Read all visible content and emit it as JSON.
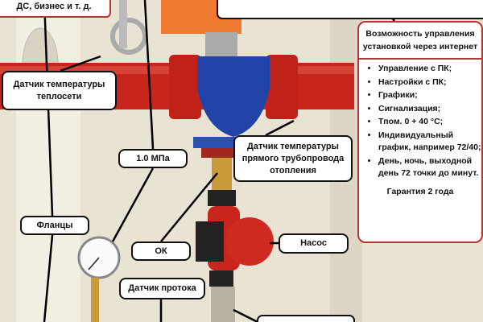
{
  "callouts": {
    "top_left": "ДС, бизнес и т. д.",
    "network_temp_sensor": "Датчик температуры теплосети",
    "pressure": "1.0 МПа",
    "flanges": "Фланцы",
    "check_valve": "ОК",
    "flow_sensor": "Датчик протока",
    "supply_temp_sensor": "Датчик температуры прямого трубопровода отопления",
    "pump": "Насос"
  },
  "panel": {
    "title": "Возможность управления установкой через интернет",
    "items": [
      "Управление с ПК;",
      "Настройки с ПК;",
      "Графики;",
      "Сигнализация;",
      "Тпом. 0 + 40 °С;",
      "Индивидуальный график, например 72/40;",
      "День, ночь, выходной день 72 точки до минут."
    ],
    "footer": "Гарантия 2 года"
  }
}
